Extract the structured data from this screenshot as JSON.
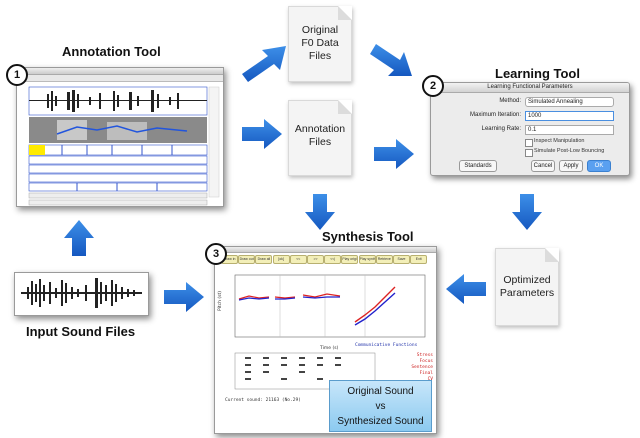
{
  "titles": {
    "annotation_tool": "Annotation Tool",
    "learning_tool": "Learning Tool",
    "synthesis_tool": "Synthesis Tool",
    "input_sound_files": "Input Sound Files"
  },
  "docs": {
    "original_f0": [
      "Original",
      "F0 Data",
      "Files"
    ],
    "annotation_files": [
      "Annotation",
      "Files"
    ],
    "optimized_params": [
      "Optimized",
      "Parameters"
    ]
  },
  "badges": {
    "one": "1",
    "two": "2",
    "three": "3"
  },
  "learning_dialog": {
    "window_title": "Learning Functional Parameters",
    "method_label": "Method:",
    "method_value": "Simulated Annealing",
    "max_iter_label": "Maximum Iteration:",
    "max_iter_value": "1000",
    "learning_rate_label": "Learning Rate:",
    "learning_rate_value": "0.1",
    "inspect_label": "Inspect Manipulation",
    "simulate_label": "Simulate Post-Low Bouncing",
    "standards_label": "Standards",
    "cancel_label": "Cancel",
    "apply_label": "Apply",
    "ok_label": "OK"
  },
  "synthesis_window": {
    "caption_line1": "Original Sound",
    "caption_vs": "vs",
    "caption_line2": "Synthesized Sound",
    "axis_ylabel": "Pitch (st)",
    "axis_xlabel": "Time (s)",
    "functions_label": "Communicative Functions",
    "function_names": [
      "Stress",
      "Focus",
      "Sentence",
      "Final",
      "CV"
    ],
    "current_sound": "Current sound: 21163 (No.29)",
    "toolbar": [
      "Draw in",
      "Draw out",
      "Draw all",
      "[ok]",
      "<<",
      ">>",
      "<<|",
      "Play original",
      "Play synthesis",
      "Retrieve",
      "Save",
      "Exit"
    ]
  },
  "colors": {
    "arrow_blue": "#1e6fd9",
    "caption_bg": "#a9d8f4"
  }
}
